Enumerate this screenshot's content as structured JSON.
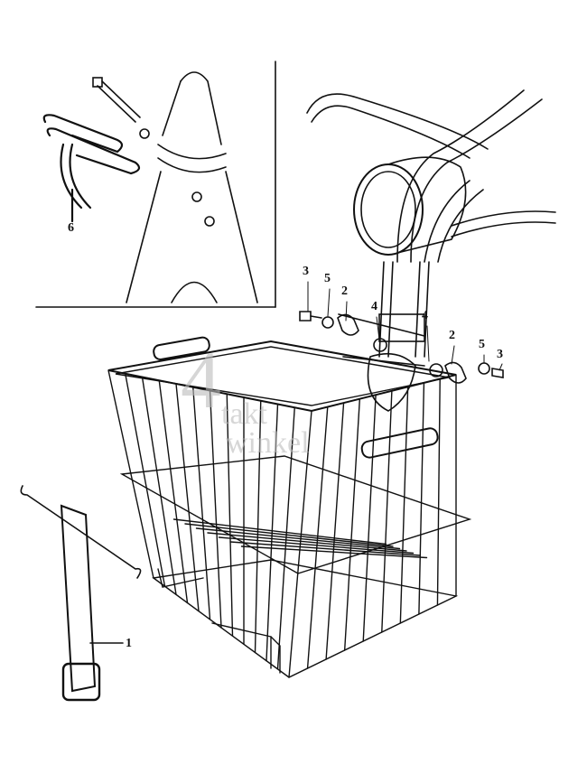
{
  "diagram": {
    "kind": "exploded parts view",
    "callouts": [
      {
        "id": "inset-6",
        "text": "6"
      },
      {
        "id": "left-3",
        "text": "3"
      },
      {
        "id": "left-5",
        "text": "5"
      },
      {
        "id": "left-2",
        "text": "2"
      },
      {
        "id": "left-4",
        "text": "4"
      },
      {
        "id": "right-4",
        "text": "4"
      },
      {
        "id": "right-2",
        "text": "2"
      },
      {
        "id": "right-5",
        "text": "5"
      },
      {
        "id": "right-3",
        "text": "3"
      },
      {
        "id": "strap-1",
        "text": "1"
      }
    ],
    "watermark": {
      "line1": "takt",
      "line2": "winkel",
      "digit": "4"
    },
    "line_color": "#111111",
    "watermark_color": "#bbbbbb"
  }
}
